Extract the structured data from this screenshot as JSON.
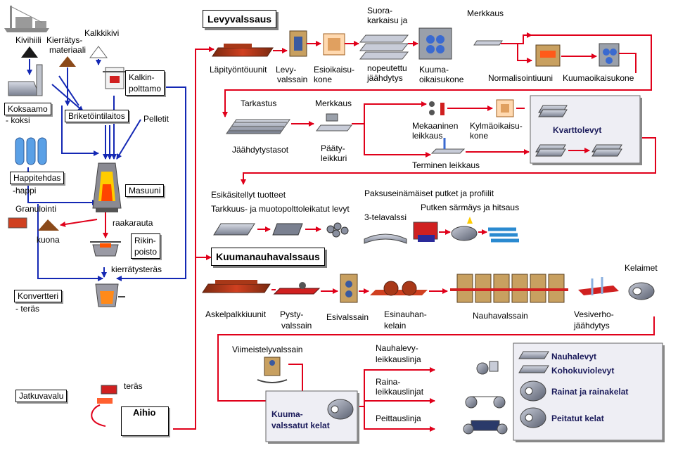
{
  "sections": {
    "levyvalssaus": "Levyvalssaus",
    "kuumanauhavalssaus": "Kuumanauhavalssaus"
  },
  "left": {
    "kivihiili": "Kivihiili",
    "kierratys": [
      "Kierrätys-",
      "materiaali"
    ],
    "kalkkikivi": "Kalkkikivi",
    "kalkinpolttamo": [
      "Kalkin-",
      "polttamo"
    ],
    "koksaamo": "Koksaamo",
    "koksi": "- koksi",
    "briketointi": "Briketöintilaitos",
    "pelletit": "Pelletit",
    "happitehdas": "Happitehdas",
    "happi": "-happi",
    "masuuni": "Masuuni",
    "granulointi": "Granulointi",
    "kuona": "kuona",
    "raakarauta": "raakarauta",
    "rikinpoisto": [
      "Rikin-",
      "poisto"
    ],
    "kierratysteras": "kierrätysteräs",
    "konvertteri": "Konvertteri",
    "teras1": "- teräs",
    "jatkuvavalu": "Jatkuvavalu",
    "teras2": "teräs",
    "aihio": "Aihio"
  },
  "plate": {
    "lapityontouunit": "Läpityöntöuunit",
    "levyvalssain": [
      "Levy-",
      "valssain"
    ],
    "esioikaisukone": [
      "Esioikaisu-",
      "kone"
    ],
    "suorakarkaisu": [
      "Suora-",
      "karkaisu ja",
      "nopeutettu",
      "jäähdytys"
    ],
    "kuumaoikaisukone": [
      "Kuuma-",
      "oikaisukone"
    ],
    "merkkaus1": "Merkkaus",
    "normalisointiuuni": "Normalisointiuuni",
    "kuumaoikaisukone2": "Kuumaoikaisukone",
    "tarkastus": "Tarkastus",
    "jaahdytystasot": "Jäähdytystasot",
    "merkkaus2": "Merkkaus",
    "paatyleikkuri": [
      "Pääty-",
      "leikkuri"
    ],
    "mekaaninen": [
      "Mekaaninen",
      "leikkaus"
    ],
    "kylmaoikaisukone": [
      "Kylmäoikaisu-",
      "kone"
    ],
    "terminen": "Terminen leikkaus",
    "kvarttolevyt": "Kvarttolevyt"
  },
  "products": {
    "esikasitellyt": "Esikäsitellyt tuotteet",
    "tarkkuus": "Tarkkuus- ja muotopolttoleikatut levyt",
    "paksuseinamaiset": "Paksuseinämäiset putket ja profiilit",
    "telavalssi": "3-telavalssi",
    "putken": "Putken särmäys ja hitsaus"
  },
  "strip": {
    "askelpalkkiuunit": "Askelpalkkiuunit",
    "pystyvalssain": [
      "Pysty-",
      "valssain"
    ],
    "esivalssain": "Esivalssain",
    "esinauhankelain": [
      "Esinauhan-",
      "kelain"
    ],
    "nauhavalssain": "Nauhavalssain",
    "kelaimet": "Kelaimet",
    "vesiverhojaahdytys": [
      "Vesiverho-",
      "jäähdytys"
    ],
    "viimeistelyvalssain": "Viimeistelyvalssain",
    "kuumavalssatut": [
      "Kuuma-",
      "valssatut kelat"
    ],
    "nauhalevyleikkauslinja": [
      "Nauhalevy-",
      "leikkauslinja"
    ],
    "rainaleikkauslinjat": [
      "Raina-",
      "leikkauslinjat"
    ],
    "peittauslinja": "Peittauslinja"
  },
  "legend": {
    "items": [
      "Nauhalevyt",
      "Kohokuviolevyt",
      "Rainat ja rainakelat",
      "Peitatut kelat"
    ]
  },
  "colors": {
    "red_flow": "#e0001a",
    "blue_flow": "#1428b4",
    "navy_text": "#1a1a5a",
    "legend_bg": "#eeeef4"
  }
}
